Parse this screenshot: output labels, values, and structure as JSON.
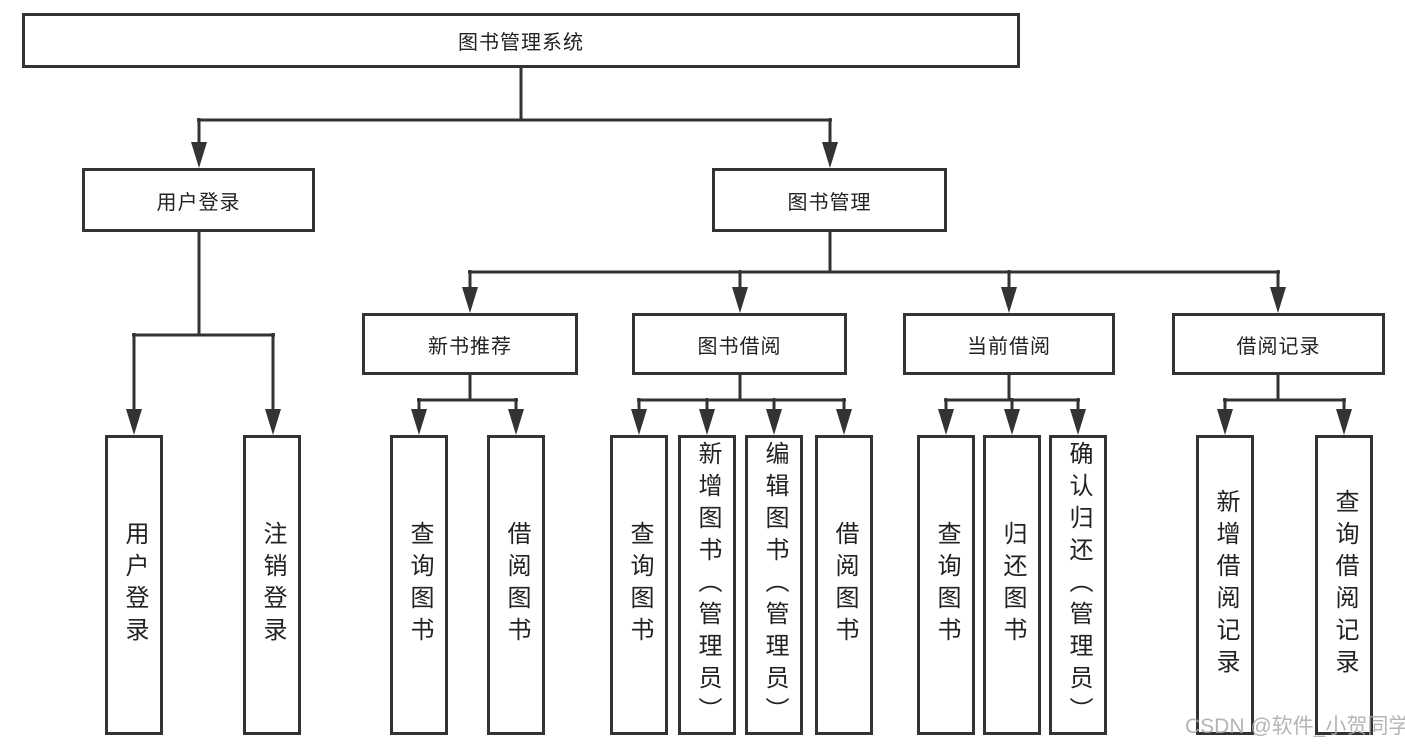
{
  "colors": {
    "line": "#333333",
    "box_border": "#333333",
    "text": "#222222",
    "background": "#ffffff",
    "watermark": "#a9a9a9"
  },
  "tree": {
    "root": {
      "label": "图书管理系统",
      "children": [
        {
          "label": "用户登录",
          "children": [
            {
              "label": "用户登录"
            },
            {
              "label": "注销登录"
            }
          ]
        },
        {
          "label": "图书管理",
          "children": [
            {
              "label": "新书推荐",
              "children": [
                {
                  "label": "查询图书"
                },
                {
                  "label": "借阅图书"
                }
              ]
            },
            {
              "label": "图书借阅",
              "children": [
                {
                  "label": "查询图书"
                },
                {
                  "label": "新增图书（管理员）"
                },
                {
                  "label": "编辑图书（管理员）"
                },
                {
                  "label": "借阅图书"
                }
              ]
            },
            {
              "label": "当前借阅",
              "children": [
                {
                  "label": "查询图书"
                },
                {
                  "label": "归还图书"
                },
                {
                  "label": "确认归还（管理员）"
                }
              ]
            },
            {
              "label": "借阅记录",
              "children": [
                {
                  "label": "新增借阅记录"
                },
                {
                  "label": "查询借阅记录"
                }
              ]
            }
          ]
        }
      ]
    }
  },
  "watermark": {
    "text": "CSDN @软件_小贺同学"
  }
}
